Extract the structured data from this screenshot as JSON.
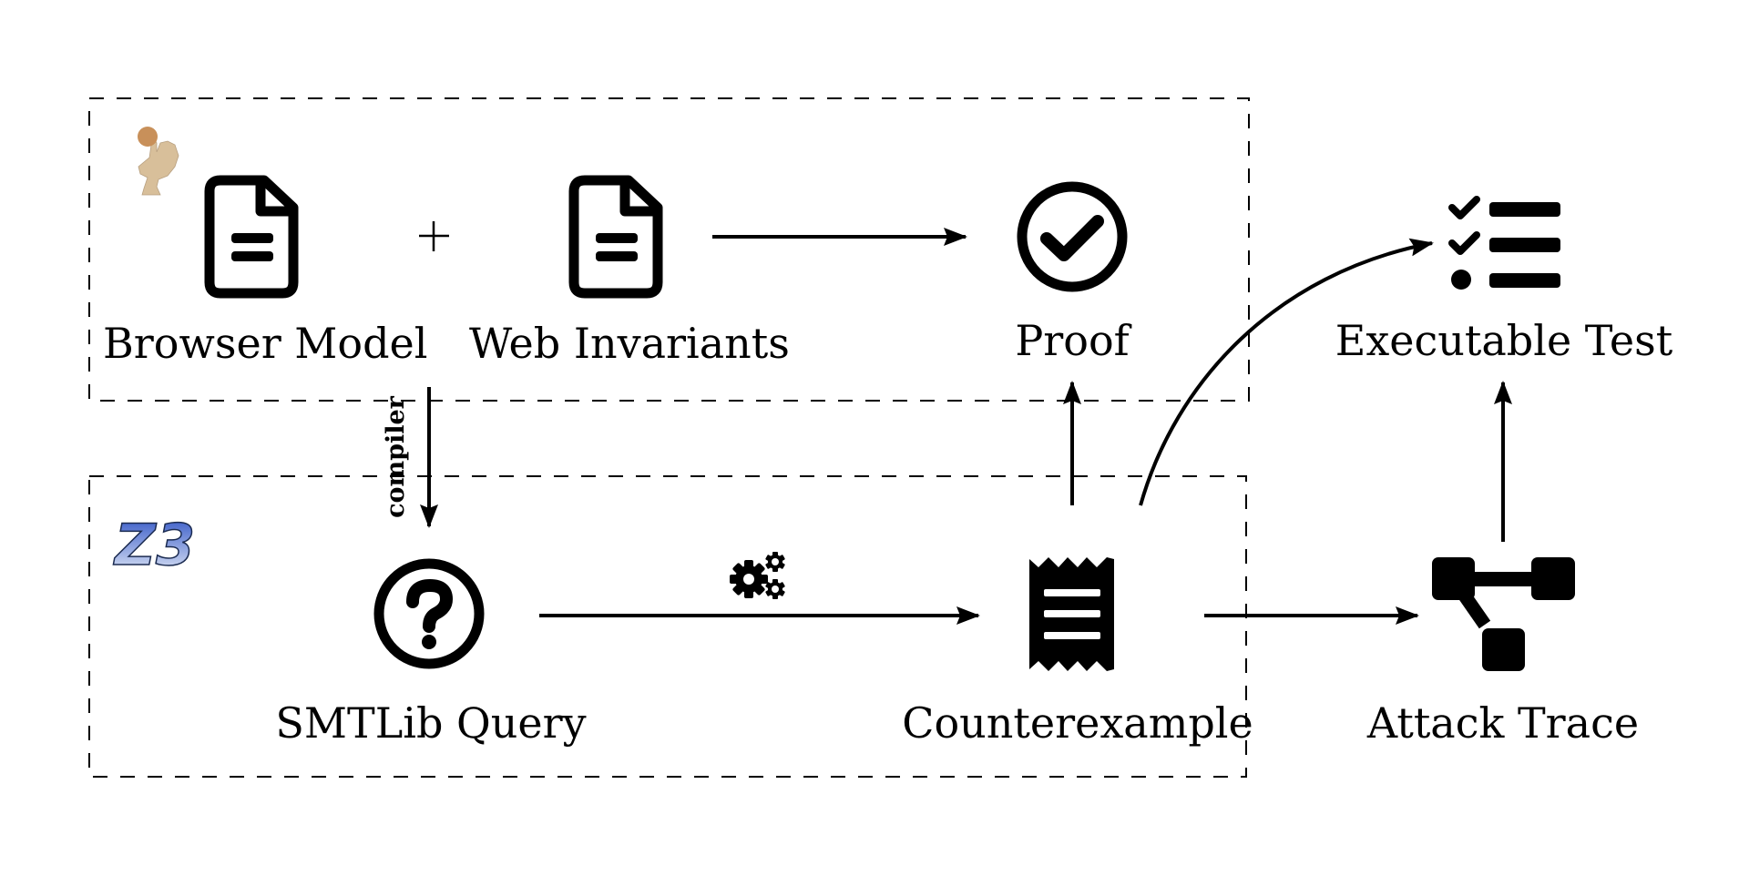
{
  "diagram": {
    "groups": [
      {
        "id": "coq-group",
        "logo": "rooster-logo"
      },
      {
        "id": "z3-group",
        "logo": "z3-logo",
        "logo_text": "Z3"
      }
    ],
    "nodes": {
      "browser_model": {
        "label": "Browser Model",
        "icon": "document-icon"
      },
      "plus": {
        "label": "+"
      },
      "web_invariants": {
        "label": "Web Invariants",
        "icon": "document-icon"
      },
      "proof": {
        "label": "Proof",
        "icon": "check-circle-icon"
      },
      "executable_test": {
        "label": "Executable Test",
        "icon": "checklist-icon"
      },
      "smtlib_query": {
        "label": "SMTLib Query",
        "icon": "question-circle-icon"
      },
      "counterexample": {
        "label": "Counterexample",
        "icon": "receipt-icon"
      },
      "attack_trace": {
        "label": "Attack Trace",
        "icon": "network-icon"
      }
    },
    "edges": [
      {
        "from": "web_invariants",
        "to": "proof"
      },
      {
        "from": "browser_model",
        "to": "smtlib_query",
        "label": "compiler"
      },
      {
        "from": "smtlib_query",
        "to": "counterexample",
        "icon": "gears-icon"
      },
      {
        "from": "counterexample",
        "to": "proof"
      },
      {
        "from": "counterexample",
        "to": "executable_test",
        "style": "curved"
      },
      {
        "from": "counterexample",
        "to": "attack_trace"
      },
      {
        "from": "attack_trace",
        "to": "executable_test"
      }
    ],
    "edge_labels": {
      "compiler": "compiler"
    },
    "colors": {
      "z3_top": "#2a4fc4",
      "z3_bottom": "#e8eef8",
      "rooster_body": "#d8bf9a",
      "rooster_head": "#c8905a"
    }
  }
}
